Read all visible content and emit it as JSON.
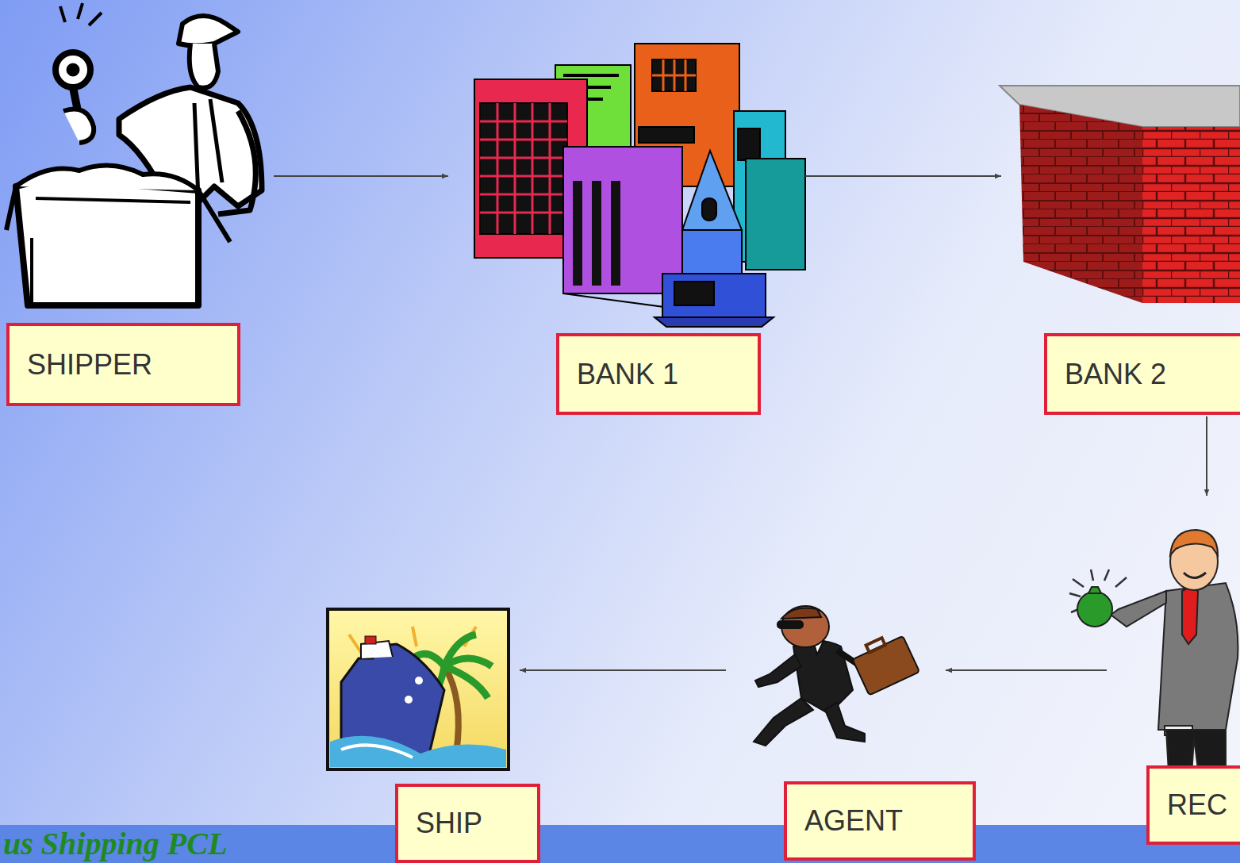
{
  "diagram": {
    "nodes": [
      {
        "text": [
          "SHIPPER"
        ]
      },
      {
        "text": [
          "BANK 1"
        ]
      },
      {
        "text": [
          "BANK 2"
        ]
      },
      {
        "text": [
          "REC"
        ]
      },
      {
        "text": [
          "AGENT"
        ]
      },
      {
        "text": [
          "SHIP"
        ]
      }
    ],
    "edges": [
      {
        "from": 0,
        "to": 1,
        "arrow": "to"
      },
      {
        "from": 1,
        "to": 2,
        "arrow": "to"
      },
      {
        "from": 2,
        "to": 3,
        "arrow": "to"
      },
      {
        "from": 3,
        "to": 4,
        "arrow": "to"
      },
      {
        "from": 4,
        "to": 5,
        "arrow": "to"
      }
    ],
    "labels": [
      "us Shipping PCL"
    ]
  }
}
